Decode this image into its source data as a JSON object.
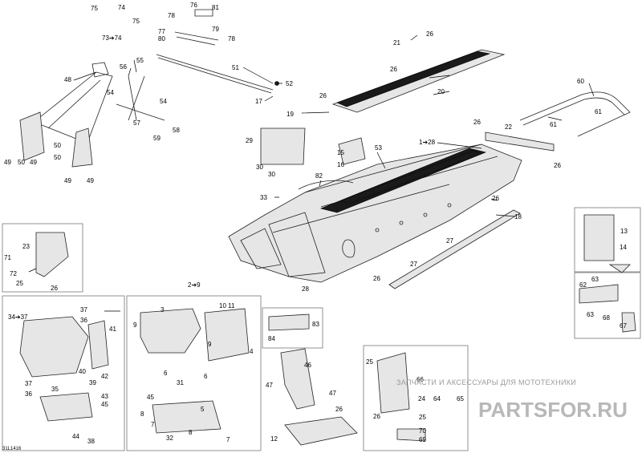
{
  "drawing_ref": "31L1416",
  "watermark": {
    "tagline": "ЗАПЧАСТИ И АКСЕССУАРЫ ДЛЯ МОТОТЕХНИКИ",
    "brand": "PARTSFOR.RU"
  },
  "callouts": [
    {
      "id": "c75a",
      "text": "75"
    },
    {
      "id": "c74a",
      "text": "74"
    },
    {
      "id": "c75b",
      "text": "75"
    },
    {
      "id": "c7374",
      "text": "73➔74"
    },
    {
      "id": "c76",
      "text": "76"
    },
    {
      "id": "c81",
      "text": "81"
    },
    {
      "id": "c78a",
      "text": "78"
    },
    {
      "id": "c79",
      "text": "79"
    },
    {
      "id": "c77",
      "text": "77"
    },
    {
      "id": "c80",
      "text": "80"
    },
    {
      "id": "c78b",
      "text": "78"
    },
    {
      "id": "c21",
      "text": "21"
    },
    {
      "id": "c26a",
      "text": "26"
    },
    {
      "id": "c48",
      "text": "48"
    },
    {
      "id": "c55",
      "text": "55"
    },
    {
      "id": "c56",
      "text": "56"
    },
    {
      "id": "c54a",
      "text": "54"
    },
    {
      "id": "c54b",
      "text": "54"
    },
    {
      "id": "c57",
      "text": "57"
    },
    {
      "id": "c58",
      "text": "58"
    },
    {
      "id": "c59",
      "text": "59"
    },
    {
      "id": "c51",
      "text": "51"
    },
    {
      "id": "c52",
      "text": "52"
    },
    {
      "id": "c17",
      "text": "17"
    },
    {
      "id": "c26b",
      "text": "26"
    },
    {
      "id": "c20",
      "text": "20"
    },
    {
      "id": "c26c",
      "text": "26"
    },
    {
      "id": "c19",
      "text": "19"
    },
    {
      "id": "c60",
      "text": "60"
    },
    {
      "id": "c61a",
      "text": "61"
    },
    {
      "id": "c61b",
      "text": "61"
    },
    {
      "id": "c26d",
      "text": "26"
    },
    {
      "id": "c22",
      "text": "22"
    },
    {
      "id": "c26e",
      "text": "26"
    },
    {
      "id": "c29",
      "text": "29"
    },
    {
      "id": "c30a",
      "text": "30"
    },
    {
      "id": "c30b",
      "text": "30"
    },
    {
      "id": "c15",
      "text": "15"
    },
    {
      "id": "c16",
      "text": "16"
    },
    {
      "id": "c53",
      "text": "53"
    },
    {
      "id": "c128",
      "text": "1➔28"
    },
    {
      "id": "c82",
      "text": "82"
    },
    {
      "id": "c33",
      "text": "33"
    },
    {
      "id": "c49a",
      "text": "49"
    },
    {
      "id": "c50a",
      "text": "50"
    },
    {
      "id": "c49b",
      "text": "49"
    },
    {
      "id": "c50b",
      "text": "50"
    },
    {
      "id": "c50c",
      "text": "50"
    },
    {
      "id": "c49c",
      "text": "49"
    },
    {
      "id": "c49d",
      "text": "49"
    },
    {
      "id": "c26f",
      "text": "26"
    },
    {
      "id": "c18",
      "text": "18"
    },
    {
      "id": "c27a",
      "text": "27"
    },
    {
      "id": "c27b",
      "text": "27"
    },
    {
      "id": "c26g",
      "text": "26"
    },
    {
      "id": "c28",
      "text": "28"
    },
    {
      "id": "c23",
      "text": "23"
    },
    {
      "id": "c71",
      "text": "71"
    },
    {
      "id": "c72",
      "text": "72"
    },
    {
      "id": "c25a",
      "text": "25"
    },
    {
      "id": "c26h",
      "text": "26"
    },
    {
      "id": "c13",
      "text": "13"
    },
    {
      "id": "c14",
      "text": "14"
    },
    {
      "id": "c29b",
      "text": "2➔9"
    },
    {
      "id": "c3437",
      "text": "34➔37"
    },
    {
      "id": "c37a",
      "text": "37"
    },
    {
      "id": "c36a",
      "text": "36"
    },
    {
      "id": "c41",
      "text": "41"
    },
    {
      "id": "c40",
      "text": "40"
    },
    {
      "id": "c42",
      "text": "42"
    },
    {
      "id": "c39",
      "text": "39"
    },
    {
      "id": "c37b",
      "text": "37"
    },
    {
      "id": "c36b",
      "text": "36"
    },
    {
      "id": "c35",
      "text": "35"
    },
    {
      "id": "c43",
      "text": "43"
    },
    {
      "id": "c45a",
      "text": "45"
    },
    {
      "id": "c44",
      "text": "44"
    },
    {
      "id": "c38",
      "text": "38"
    },
    {
      "id": "c3",
      "text": "3"
    },
    {
      "id": "c1011",
      "text": "10 11"
    },
    {
      "id": "c9a",
      "text": "9"
    },
    {
      "id": "c9b",
      "text": "9"
    },
    {
      "id": "c4",
      "text": "4"
    },
    {
      "id": "c6a",
      "text": "6"
    },
    {
      "id": "c6b",
      "text": "6"
    },
    {
      "id": "c31",
      "text": "31"
    },
    {
      "id": "c45b",
      "text": "45"
    },
    {
      "id": "c5",
      "text": "5"
    },
    {
      "id": "c8a",
      "text": "8"
    },
    {
      "id": "c7a",
      "text": "7"
    },
    {
      "id": "c32",
      "text": "32"
    },
    {
      "id": "c8b",
      "text": "8"
    },
    {
      "id": "c7b",
      "text": "7"
    },
    {
      "id": "c83",
      "text": "83"
    },
    {
      "id": "c84",
      "text": "84"
    },
    {
      "id": "c46",
      "text": "46"
    },
    {
      "id": "c47a",
      "text": "47"
    },
    {
      "id": "c47b",
      "text": "47"
    },
    {
      "id": "c26i",
      "text": "26"
    },
    {
      "id": "c12",
      "text": "12"
    },
    {
      "id": "c63a",
      "text": "63"
    },
    {
      "id": "c62",
      "text": "62"
    },
    {
      "id": "c63b",
      "text": "63"
    },
    {
      "id": "c68",
      "text": "68"
    },
    {
      "id": "c67",
      "text": "67"
    },
    {
      "id": "c25b",
      "text": "25"
    },
    {
      "id": "c66",
      "text": "66"
    },
    {
      "id": "c24",
      "text": "24"
    },
    {
      "id": "c64",
      "text": "64"
    },
    {
      "id": "c65",
      "text": "65"
    },
    {
      "id": "c26j",
      "text": "26"
    },
    {
      "id": "c25c",
      "text": "25"
    },
    {
      "id": "c70",
      "text": "70"
    },
    {
      "id": "c69",
      "text": "69"
    }
  ]
}
